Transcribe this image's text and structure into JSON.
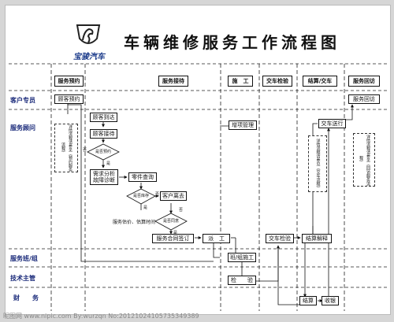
{
  "title": "车辆维修服务工作流程图",
  "brand": {
    "name": "宝骏汽车",
    "icon": "horse-shield-icon"
  },
  "columns": [
    "服务预约",
    "服务接待",
    "施　工",
    "交车检验",
    "结算/交车",
    "服务回访"
  ],
  "lanes": [
    "客户专员",
    "服务顾问",
    "服务班/组",
    "技术主管",
    "财　　务"
  ],
  "steps": {
    "booking": "顾客预约",
    "return_visit": "服务回访",
    "greet": "顾客到达",
    "reception": "顾客接待",
    "is_booked": "是否预约",
    "analysis": "需求分析故障诊断",
    "parts_check": "零件查询",
    "parts_in_stock": "是否库存",
    "customer_leaves": "客户离去",
    "agree_estimate": "是否同意",
    "estimate": "服务估价、估算时间",
    "contract": "服务合同签订",
    "dispatch": "派　工",
    "add_items": "增项管理",
    "team_work": "班/组施工",
    "inspect": "检　　验",
    "handover_check": "交车检验",
    "deliver": "交车送行",
    "settle_explain": "结算解释",
    "settle": "结算",
    "collect": "收银"
  },
  "notes": {
    "booking_flow": "详情流程请参见《预约服务流程》",
    "handover_flow": "详情流程请参见《交车流程》",
    "visit_flow": "详情流程请参见《回访服务流程》"
  },
  "yes": "是",
  "no": "否",
  "watermark": "昵图网 www.nipic.com   By:wurzqn   No:20121024105735349389"
}
